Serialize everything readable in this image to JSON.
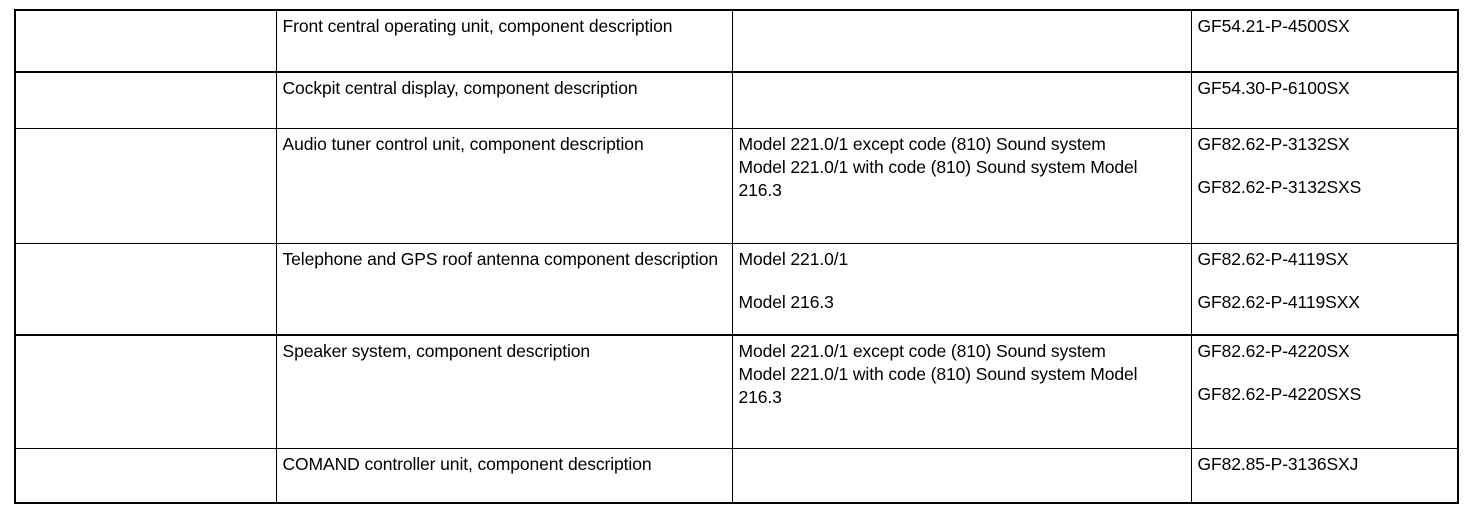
{
  "table": {
    "columns": [
      {
        "key": "reference",
        "header": ""
      },
      {
        "key": "description",
        "header": ""
      },
      {
        "key": "model",
        "header": ""
      },
      {
        "key": "document",
        "header": ""
      }
    ],
    "rows": [
      {
        "reference": "",
        "description": [
          "Front central operating unit, component description"
        ],
        "model": [],
        "document": [
          "GF54.21-P-4500SX"
        ]
      },
      {
        "reference": "",
        "description": [
          "Cockpit central display, component description"
        ],
        "model": [],
        "document": [
          "GF54.30-P-6100SX"
        ]
      },
      {
        "reference": "",
        "description": [
          "Audio tuner control unit, component description"
        ],
        "model": [
          "Model 221.0/1 except code (810) Sound system",
          "Model 221.0/1 with code (810) Sound system Model 216.3"
        ],
        "document": [
          "GF82.62-P-3132SX",
          "GF82.62-P-3132SXS"
        ]
      },
      {
        "reference": "",
        "description": [
          "Telephone and GPS roof antenna component description"
        ],
        "model": [
          "Model 221.0/1",
          "Model 216.3"
        ],
        "document": [
          "GF82.62-P-4119SX",
          "GF82.62-P-4119SXX"
        ]
      },
      {
        "reference": "",
        "description": [
          "Speaker system, component description"
        ],
        "model": [
          "Model 221.0/1 except code (810) Sound system",
          "Model 221.0/1 with code (810) Sound system Model 216.3"
        ],
        "document": [
          "GF82.62-P-4220SX",
          "GF82.62-P-4220SXS"
        ]
      },
      {
        "reference": "",
        "description": [
          "COMAND controller unit, component description"
        ],
        "model": [],
        "document": [
          "GF82.85-P-3136SXJ"
        ]
      }
    ]
  }
}
